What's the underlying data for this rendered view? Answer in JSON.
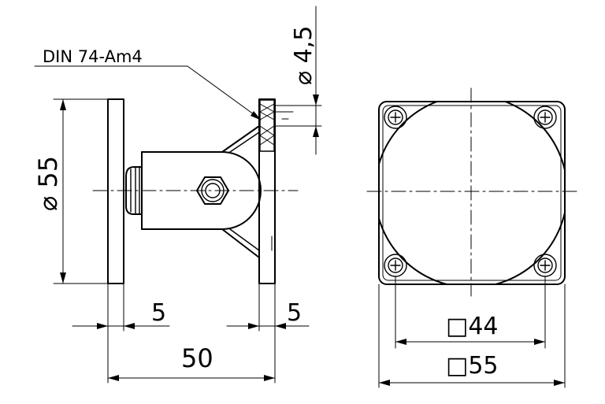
{
  "title": "",
  "labels": {
    "din": "DIN 74-Am4",
    "dia_small": "⌀ 4,5",
    "dia_large": "⌀ 55",
    "thick_left": "5",
    "thick_right": "5",
    "overall_length": "50",
    "hole_spacing": "□44",
    "square_size": "□55"
  },
  "colors": {
    "line": "#000000",
    "background": "#ffffff"
  },
  "icons": [
    "phillips-screw-icon",
    "hex-nut-icon",
    "diamond-knurl-icon"
  ]
}
